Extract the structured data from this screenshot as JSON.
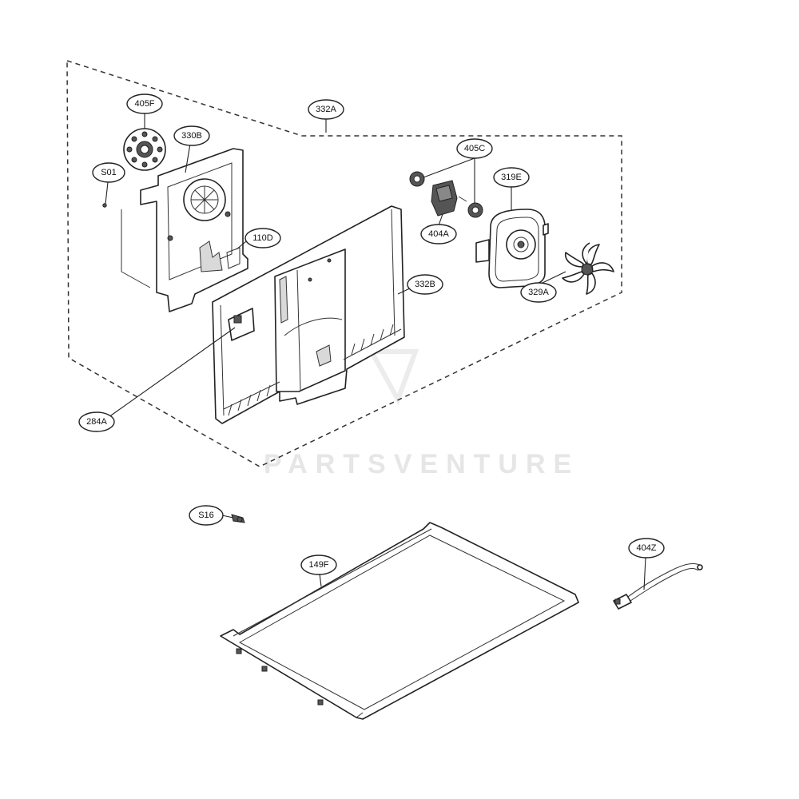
{
  "watermark": "PARTSVENTURE",
  "callouts": {
    "c405F": "405F",
    "c330B": "330B",
    "c332A": "332A",
    "cS01": "S01",
    "c405C": "405C",
    "c319E": "319E",
    "c404A": "404A",
    "c110D": "110D",
    "c332B": "332B",
    "c329A": "329A",
    "c284A": "284A",
    "cS16": "S16",
    "c404Z": "404Z",
    "c149F": "149F"
  }
}
